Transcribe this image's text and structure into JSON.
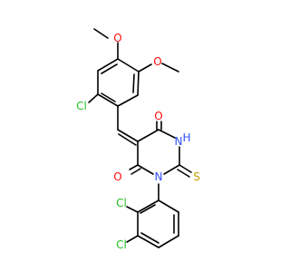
{
  "colors": {
    "bond": "#000000",
    "carbon": "#000000",
    "oxygen": "#ff0d0d",
    "nitrogen": "#3050f8",
    "chlorine": "#1fc01f",
    "sulfur": "#c8a000",
    "background": "#ffffff"
  },
  "atoms": [
    {
      "id": "me1",
      "label": "",
      "element": "C"
    },
    {
      "id": "o1",
      "label": "O",
      "element": "O"
    },
    {
      "id": "me2",
      "label": "",
      "element": "C"
    },
    {
      "id": "o2",
      "label": "O",
      "element": "O"
    },
    {
      "id": "cl1",
      "label": "Cl",
      "element": "Cl"
    },
    {
      "id": "o4",
      "label": "O",
      "element": "O"
    },
    {
      "id": "nh",
      "label": "H",
      "element": "H"
    },
    {
      "id": "n3",
      "label": "N",
      "element": "N"
    },
    {
      "id": "o6",
      "label": "O",
      "element": "O"
    },
    {
      "id": "n1",
      "label": "N",
      "element": "N"
    },
    {
      "id": "s",
      "label": "S",
      "element": "S"
    },
    {
      "id": "cl2",
      "label": "Cl",
      "element": "Cl"
    },
    {
      "id": "cl3",
      "label": "Cl",
      "element": "Cl"
    }
  ]
}
